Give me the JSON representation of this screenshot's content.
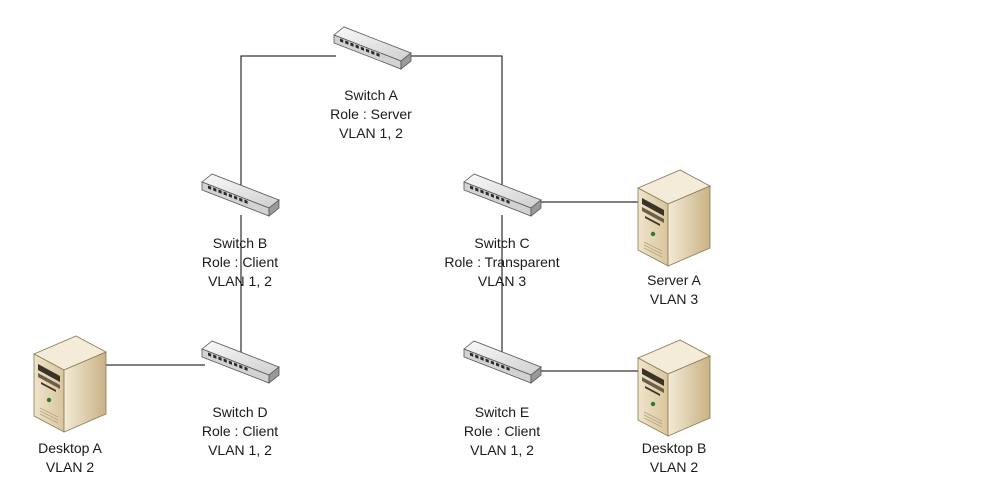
{
  "nodes": {
    "switch_a": {
      "name": "Switch A",
      "role": "Role : Server",
      "vlan": "VLAN 1, 2",
      "icon": "network-switch-icon"
    },
    "switch_b": {
      "name": "Switch B",
      "role": "Role : Client",
      "vlan": "VLAN 1, 2",
      "icon": "network-switch-icon"
    },
    "switch_c": {
      "name": "Switch C",
      "role": "Role : Transparent",
      "vlan": "VLAN 3",
      "icon": "network-switch-icon"
    },
    "switch_d": {
      "name": "Switch D",
      "role": "Role : Client",
      "vlan": "VLAN 1, 2",
      "icon": "network-switch-icon"
    },
    "switch_e": {
      "name": "Switch E",
      "role": "Role : Client",
      "vlan": "VLAN 1, 2",
      "icon": "network-switch-icon"
    },
    "server_a": {
      "name": "Server A",
      "vlan": "VLAN 3",
      "icon": "server-tower-icon"
    },
    "desktop_a": {
      "name": "Desktop A",
      "vlan": "VLAN 2",
      "icon": "desktop-tower-icon"
    },
    "desktop_b": {
      "name": "Desktop B",
      "vlan": "VLAN 2",
      "icon": "desktop-tower-icon"
    }
  },
  "links": [
    [
      "switch_a",
      "switch_b"
    ],
    [
      "switch_a",
      "switch_c"
    ],
    [
      "switch_b",
      "switch_d"
    ],
    [
      "switch_c",
      "switch_e"
    ],
    [
      "switch_c",
      "server_a"
    ],
    [
      "switch_d",
      "desktop_a"
    ],
    [
      "switch_e",
      "desktop_b"
    ]
  ],
  "colors": {
    "line": "#000000",
    "switch_body": "#e6e6e6",
    "switch_port": "#2a2a2a",
    "tower_body": "#e8dcc2",
    "tower_front": "#d6c49c"
  }
}
